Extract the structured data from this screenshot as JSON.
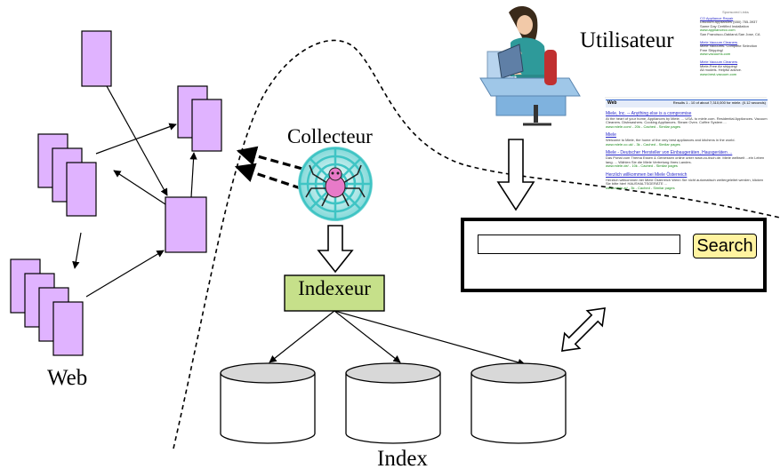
{
  "labels": {
    "user": "Utilisateur",
    "crawler": "Collecteur",
    "indexer": "Indexeur",
    "web": "Web",
    "index": "Index"
  },
  "search_box": {
    "button_label": "Search",
    "input_value": ""
  },
  "ads": {
    "header": "Sponsored Links",
    "items": [
      {
        "title": "CO Appliance Repair",
        "lines": [
          "Discount Appliances (650) 755-3937",
          "Same Day Certified Installation",
          "www.applianceco.com",
          "San Francisco-Oakland-San Jose, CA"
        ]
      },
      {
        "title": "Miele Vacuum Cleaners",
        "lines": [
          "Miele Vacuums- Complete Selection",
          "Free Shipping!",
          "www.vacuums.com"
        ]
      },
      {
        "title": "Miele Vacuum Cleaners",
        "lines": [
          "Miele-Free Air shipping!",
          "All models. Helpful advice.",
          "www.best-vacuum.com"
        ]
      }
    ]
  },
  "results": {
    "tab": "Web",
    "summary": "Results 1 - 10 of about 7,310,000 for miele. (0.12 seconds)",
    "items": [
      {
        "title": "Miele, Inc. -- Anything else is a compromise",
        "snippet": "At the heart of your home, Appliances by Miele. ... USA. to miele.com. Residential Appliances. Vacuum Cleaners. Dishwashers. Cooking Appliances. Steam Oven. Coffee System ...",
        "url": "www.miele.com/ - 20k - Cached - Similar pages"
      },
      {
        "title": "Miele",
        "snippet": "Welcome to Miele, the home of the very best appliances and kitchens in the world.",
        "url": "www.miele.co.uk/ - 3k - Cached - Similar pages"
      },
      {
        "title": "Miele - Deutscher Hersteller von Einbaugeräten, Hausgeräten ...",
        "snippet": "Das Portal zum Thema Essen & Geniessen online unter www.zu-tisch.de. Miele weltweit ...ein Leben lang. ... Wählen Sie die Miele Vertretung Ihres Landes.",
        "url": "www.miele.de/ - 10k - Cached - Similar pages"
      },
      {
        "title": "Herzlich willkommen bei Miele Österreich",
        "snippet": "Herzlich willkommen bei Miele Österreich Wenn Sie nicht automatisch weitergeleitet werden, klicken Sie bitte hier! HAUSHALTSGERÄTE ...",
        "url": "www.miele.at/ - 3k - Cached - Similar pages"
      }
    ]
  },
  "colors": {
    "document_fill": "#e0b3ff",
    "indexer_fill": "#c6e08a",
    "button_fill": "#fff3a0",
    "spider_web": "#3fc4c4",
    "spider_body": "#e87ac8",
    "disk_top": "#d8d8d8"
  }
}
